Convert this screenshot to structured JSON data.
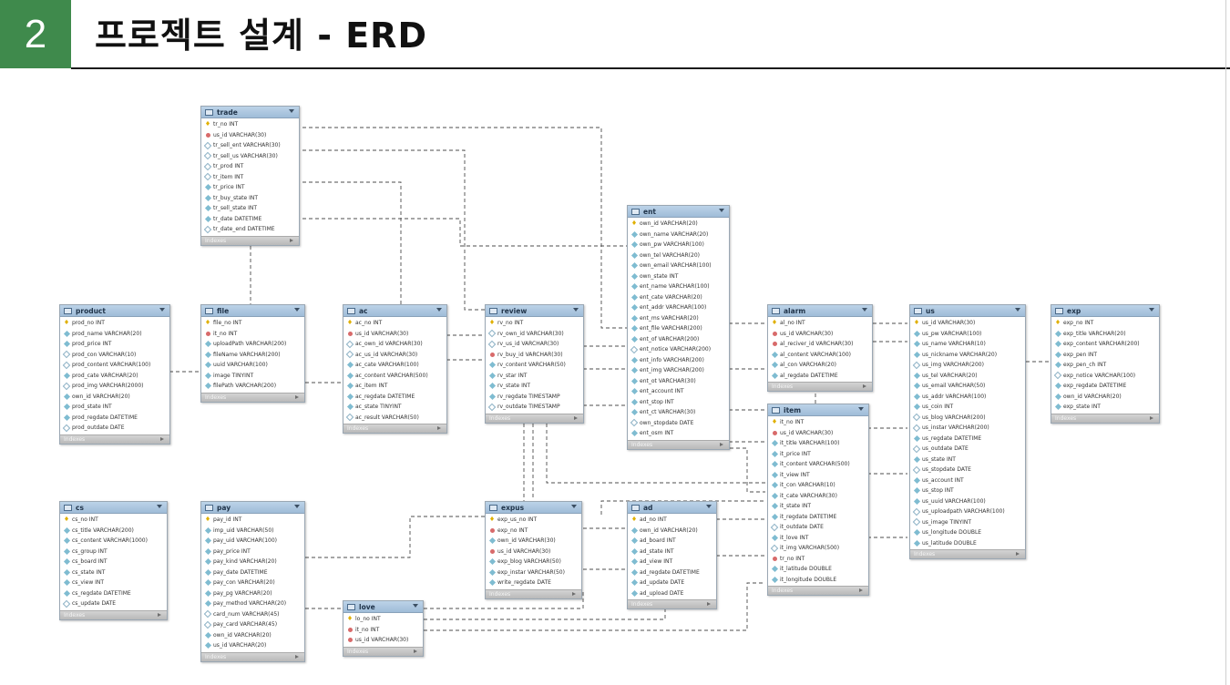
{
  "header": {
    "number": "2",
    "title": "프로젝트 설계 - ERD"
  },
  "colors": {
    "badge": "#3f8a4c",
    "table_header": "#a9c4de",
    "line": "#555555"
  },
  "tables": [
    {
      "name": "trade",
      "footer": "Indexes",
      "columns": [
        {
          "t": "pk",
          "label": "tr_no INT"
        },
        {
          "t": "fk",
          "label": "us_id VARCHAR(30)"
        },
        {
          "t": "o",
          "label": "tr_sell_ent VARCHAR(30)"
        },
        {
          "t": "o",
          "label": "tr_sell_us VARCHAR(30)"
        },
        {
          "t": "o",
          "label": "tr_prod INT"
        },
        {
          "t": "o",
          "label": "tr_item INT"
        },
        {
          "t": "c",
          "label": "tr_price INT"
        },
        {
          "t": "c",
          "label": "tr_buy_state INT"
        },
        {
          "t": "c",
          "label": "tr_sell_state INT"
        },
        {
          "t": "c",
          "label": "tr_date DATETIME"
        },
        {
          "t": "o",
          "label": "tr_date_end DATETIME"
        }
      ]
    },
    {
      "name": "product",
      "footer": "Indexes",
      "columns": [
        {
          "t": "pk",
          "label": "prod_no INT"
        },
        {
          "t": "c",
          "label": "prod_name VARCHAR(20)"
        },
        {
          "t": "c",
          "label": "prod_price INT"
        },
        {
          "t": "o",
          "label": "prod_con VARCHAR(10)"
        },
        {
          "t": "o",
          "label": "prod_content VARCHAR(100)"
        },
        {
          "t": "c",
          "label": "prod_cate VARCHAR(20)"
        },
        {
          "t": "o",
          "label": "prod_img VARCHAR(2000)"
        },
        {
          "t": "c",
          "label": "own_id VARCHAR(20)"
        },
        {
          "t": "c",
          "label": "prod_state INT"
        },
        {
          "t": "c",
          "label": "prod_regdate DATETIME"
        },
        {
          "t": "o",
          "label": "prod_outdate DATE"
        }
      ]
    },
    {
      "name": "file",
      "footer": "Indexes",
      "columns": [
        {
          "t": "pk",
          "label": "file_no INT"
        },
        {
          "t": "fk",
          "label": "it_no INT"
        },
        {
          "t": "c",
          "label": "uploadPath VARCHAR(200)"
        },
        {
          "t": "c",
          "label": "fileName VARCHAR(200)"
        },
        {
          "t": "c",
          "label": "uuid VARCHAR(100)"
        },
        {
          "t": "c",
          "label": "image TINYINT"
        },
        {
          "t": "c",
          "label": "filePath VARCHAR(200)"
        }
      ]
    },
    {
      "name": "ac",
      "footer": "Indexes",
      "columns": [
        {
          "t": "pk",
          "label": "ac_no INT"
        },
        {
          "t": "fk",
          "label": "us_id VARCHAR(30)"
        },
        {
          "t": "o",
          "label": "ac_own_id VARCHAR(30)"
        },
        {
          "t": "o",
          "label": "ac_us_id VARCHAR(30)"
        },
        {
          "t": "c",
          "label": "ac_cate VARCHAR(100)"
        },
        {
          "t": "c",
          "label": "ac_content VARCHAR(500)"
        },
        {
          "t": "c",
          "label": "ac_item INT"
        },
        {
          "t": "c",
          "label": "ac_regdate DATETIME"
        },
        {
          "t": "c",
          "label": "ac_state TINYINT"
        },
        {
          "t": "o",
          "label": "ac_result VARCHAR(50)"
        }
      ]
    },
    {
      "name": "review",
      "footer": "Indexes",
      "columns": [
        {
          "t": "pk",
          "label": "rv_no INT"
        },
        {
          "t": "o",
          "label": "rv_own_id VARCHAR(30)"
        },
        {
          "t": "o",
          "label": "rv_us_id VARCHAR(30)"
        },
        {
          "t": "fk",
          "label": "rv_buy_id VARCHAR(30)"
        },
        {
          "t": "c",
          "label": "rv_content VARCHAR(50)"
        },
        {
          "t": "c",
          "label": "rv_star INT"
        },
        {
          "t": "c",
          "label": "rv_state INT"
        },
        {
          "t": "c",
          "label": "rv_regdate TIMESTAMP"
        },
        {
          "t": "o",
          "label": "rv_outdate TIMESTAMP"
        }
      ]
    },
    {
      "name": "ent",
      "footer": "Indexes",
      "columns": [
        {
          "t": "pk",
          "label": "own_id VARCHAR(20)"
        },
        {
          "t": "c",
          "label": "own_name VARCHAR(20)"
        },
        {
          "t": "c",
          "label": "own_pw VARCHAR(100)"
        },
        {
          "t": "c",
          "label": "own_tel VARCHAR(20)"
        },
        {
          "t": "c",
          "label": "own_email VARCHAR(100)"
        },
        {
          "t": "c",
          "label": "own_state INT"
        },
        {
          "t": "c",
          "label": "ent_name VARCHAR(100)"
        },
        {
          "t": "c",
          "label": "ent_cate VARCHAR(20)"
        },
        {
          "t": "c",
          "label": "ent_addr VARCHAR(100)"
        },
        {
          "t": "c",
          "label": "ent_ms VARCHAR(20)"
        },
        {
          "t": "c",
          "label": "ent_file VARCHAR(200)"
        },
        {
          "t": "c",
          "label": "ent_of VARCHAR(200)"
        },
        {
          "t": "o",
          "label": "ent_notice VARCHAR(200)"
        },
        {
          "t": "c",
          "label": "ent_info VARCHAR(200)"
        },
        {
          "t": "c",
          "label": "ent_img VARCHAR(200)"
        },
        {
          "t": "c",
          "label": "ent_ot VARCHAR(30)"
        },
        {
          "t": "c",
          "label": "ent_account INT"
        },
        {
          "t": "c",
          "label": "ent_stop INT"
        },
        {
          "t": "c",
          "label": "ent_ct VARCHAR(30)"
        },
        {
          "t": "o",
          "label": "own_stopdate DATE"
        },
        {
          "t": "c",
          "label": "ent_osm INT"
        }
      ]
    },
    {
      "name": "alarm",
      "footer": "Indexes",
      "columns": [
        {
          "t": "pk",
          "label": "al_no INT"
        },
        {
          "t": "fk",
          "label": "us_id VARCHAR(30)"
        },
        {
          "t": "fk",
          "label": "al_reciver_id VARCHAR(30)"
        },
        {
          "t": "c",
          "label": "al_content VARCHAR(100)"
        },
        {
          "t": "c",
          "label": "al_con VARCHAR(20)"
        },
        {
          "t": "c",
          "label": "al_regdate DATETIME"
        }
      ]
    },
    {
      "name": "us",
      "footer": "Indexes",
      "columns": [
        {
          "t": "pk",
          "label": "us_id VARCHAR(30)"
        },
        {
          "t": "c",
          "label": "us_pw VARCHAR(100)"
        },
        {
          "t": "c",
          "label": "us_name VARCHAR(10)"
        },
        {
          "t": "c",
          "label": "us_nickname VARCHAR(20)"
        },
        {
          "t": "o",
          "label": "us_img VARCHAR(200)"
        },
        {
          "t": "c",
          "label": "us_tel VARCHAR(20)"
        },
        {
          "t": "c",
          "label": "us_email VARCHAR(50)"
        },
        {
          "t": "c",
          "label": "us_addr VARCHAR(100)"
        },
        {
          "t": "c",
          "label": "us_coin INT"
        },
        {
          "t": "o",
          "label": "us_blog VARCHAR(200)"
        },
        {
          "t": "o",
          "label": "us_instar VARCHAR(200)"
        },
        {
          "t": "c",
          "label": "us_regdate DATETIME"
        },
        {
          "t": "o",
          "label": "us_outdate DATE"
        },
        {
          "t": "c",
          "label": "us_state INT"
        },
        {
          "t": "o",
          "label": "us_stopdate DATE"
        },
        {
          "t": "c",
          "label": "us_account INT"
        },
        {
          "t": "c",
          "label": "us_stop INT"
        },
        {
          "t": "c",
          "label": "us_uuid VARCHAR(100)"
        },
        {
          "t": "o",
          "label": "us_uploadpath VARCHAR(100)"
        },
        {
          "t": "o",
          "label": "us_image TINYINT"
        },
        {
          "t": "c",
          "label": "us_longitude DOUBLE"
        },
        {
          "t": "c",
          "label": "us_latitude DOUBLE"
        }
      ]
    },
    {
      "name": "exp",
      "footer": "Indexes",
      "columns": [
        {
          "t": "pk",
          "label": "exp_no INT"
        },
        {
          "t": "c",
          "label": "exp_title VARCHAR(20)"
        },
        {
          "t": "c",
          "label": "exp_content VARCHAR(200)"
        },
        {
          "t": "c",
          "label": "exp_pen INT"
        },
        {
          "t": "c",
          "label": "exp_pen_ch INT"
        },
        {
          "t": "o",
          "label": "exp_notice VARCHAR(100)"
        },
        {
          "t": "c",
          "label": "exp_regdate DATETIME"
        },
        {
          "t": "c",
          "label": "own_id VARCHAR(20)"
        },
        {
          "t": "c",
          "label": "exp_state INT"
        }
      ]
    },
    {
      "name": "item",
      "footer": "Indexes",
      "columns": [
        {
          "t": "pk",
          "label": "it_no INT"
        },
        {
          "t": "fk",
          "label": "us_id VARCHAR(30)"
        },
        {
          "t": "c",
          "label": "it_title VARCHAR(100)"
        },
        {
          "t": "c",
          "label": "it_price INT"
        },
        {
          "t": "c",
          "label": "it_content VARCHAR(500)"
        },
        {
          "t": "c",
          "label": "it_view INT"
        },
        {
          "t": "c",
          "label": "it_con VARCHAR(10)"
        },
        {
          "t": "c",
          "label": "it_cate VARCHAR(30)"
        },
        {
          "t": "c",
          "label": "it_state INT"
        },
        {
          "t": "c",
          "label": "it_regdate DATETIME"
        },
        {
          "t": "o",
          "label": "it_outdate DATE"
        },
        {
          "t": "c",
          "label": "it_love INT"
        },
        {
          "t": "o",
          "label": "it_img VARCHAR(500)"
        },
        {
          "t": "fk",
          "label": "tr_no INT"
        },
        {
          "t": "c",
          "label": "it_latitude DOUBLE"
        },
        {
          "t": "c",
          "label": "it_longitude DOUBLE"
        }
      ]
    },
    {
      "name": "cs",
      "footer": "Indexes",
      "columns": [
        {
          "t": "pk",
          "label": "cs_no INT"
        },
        {
          "t": "c",
          "label": "cs_title VARCHAR(200)"
        },
        {
          "t": "c",
          "label": "cs_content VARCHAR(1000)"
        },
        {
          "t": "c",
          "label": "cs_group INT"
        },
        {
          "t": "c",
          "label": "cs_board INT"
        },
        {
          "t": "c",
          "label": "cs_state INT"
        },
        {
          "t": "c",
          "label": "cs_view INT"
        },
        {
          "t": "c",
          "label": "cs_regdate DATETIME"
        },
        {
          "t": "o",
          "label": "cs_update DATE"
        }
      ]
    },
    {
      "name": "pay",
      "footer": "Indexes",
      "columns": [
        {
          "t": "pk",
          "label": "pay_id INT"
        },
        {
          "t": "c",
          "label": "imp_uid VARCHAR(50)"
        },
        {
          "t": "c",
          "label": "pay_uid VARCHAR(100)"
        },
        {
          "t": "c",
          "label": "pay_price INT"
        },
        {
          "t": "c",
          "label": "pay_kind VARCHAR(20)"
        },
        {
          "t": "c",
          "label": "pay_date DATETIME"
        },
        {
          "t": "c",
          "label": "pay_con VARCHAR(20)"
        },
        {
          "t": "c",
          "label": "pay_pg VARCHAR(20)"
        },
        {
          "t": "c",
          "label": "pay_method VARCHAR(20)"
        },
        {
          "t": "o",
          "label": "card_num VARCHAR(45)"
        },
        {
          "t": "o",
          "label": "pay_card VARCHAR(45)"
        },
        {
          "t": "c",
          "label": "own_id VARCHAR(20)"
        },
        {
          "t": "c",
          "label": "us_id VARCHAR(20)"
        }
      ]
    },
    {
      "name": "expus",
      "footer": "Indexes",
      "columns": [
        {
          "t": "pk",
          "label": "exp_us_no INT"
        },
        {
          "t": "fk",
          "label": "exp_no INT"
        },
        {
          "t": "c",
          "label": "own_id VARCHAR(30)"
        },
        {
          "t": "fk",
          "label": "us_id VARCHAR(30)"
        },
        {
          "t": "c",
          "label": "exp_blog VARCHAR(50)"
        },
        {
          "t": "c",
          "label": "exp_instar VARCHAR(50)"
        },
        {
          "t": "c",
          "label": "write_regdate DATE"
        }
      ]
    },
    {
      "name": "ad",
      "footer": "Indexes",
      "columns": [
        {
          "t": "pk",
          "label": "ad_no INT"
        },
        {
          "t": "c",
          "label": "own_id VARCHAR(20)"
        },
        {
          "t": "c",
          "label": "ad_board INT"
        },
        {
          "t": "c",
          "label": "ad_state INT"
        },
        {
          "t": "c",
          "label": "ad_view INT"
        },
        {
          "t": "c",
          "label": "ad_regdate DATETIME"
        },
        {
          "t": "c",
          "label": "ad_update DATE"
        },
        {
          "t": "c",
          "label": "ad_upload DATE"
        }
      ]
    },
    {
      "name": "love",
      "footer": "Indexes",
      "columns": [
        {
          "t": "pk",
          "label": "lo_no INT"
        },
        {
          "t": "fk",
          "label": "it_no INT"
        },
        {
          "t": "fk",
          "label": "us_id VARCHAR(30)"
        }
      ]
    }
  ]
}
